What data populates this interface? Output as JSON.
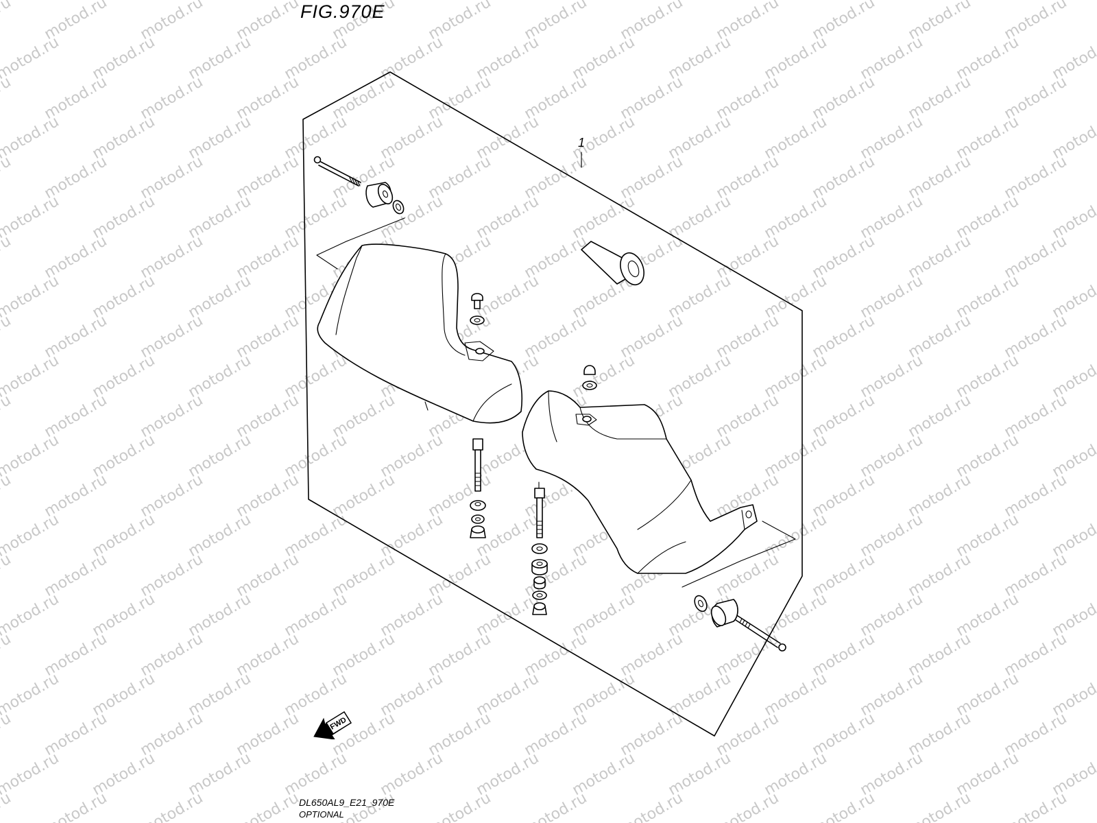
{
  "figure": {
    "title": "FIG.970E"
  },
  "watermark": {
    "text": "motod.ru"
  },
  "callouts": [
    {
      "ref": "1"
    }
  ],
  "fwd_arrow": {
    "label": "FWD",
    "icon": "forward-arrow-icon"
  },
  "footer": {
    "code": "DL650AL9_E21_970E",
    "note": "OPTIONAL"
  },
  "colors": {
    "line": "#000000",
    "watermark": "#c8c8c8",
    "background": "#ffffff"
  }
}
